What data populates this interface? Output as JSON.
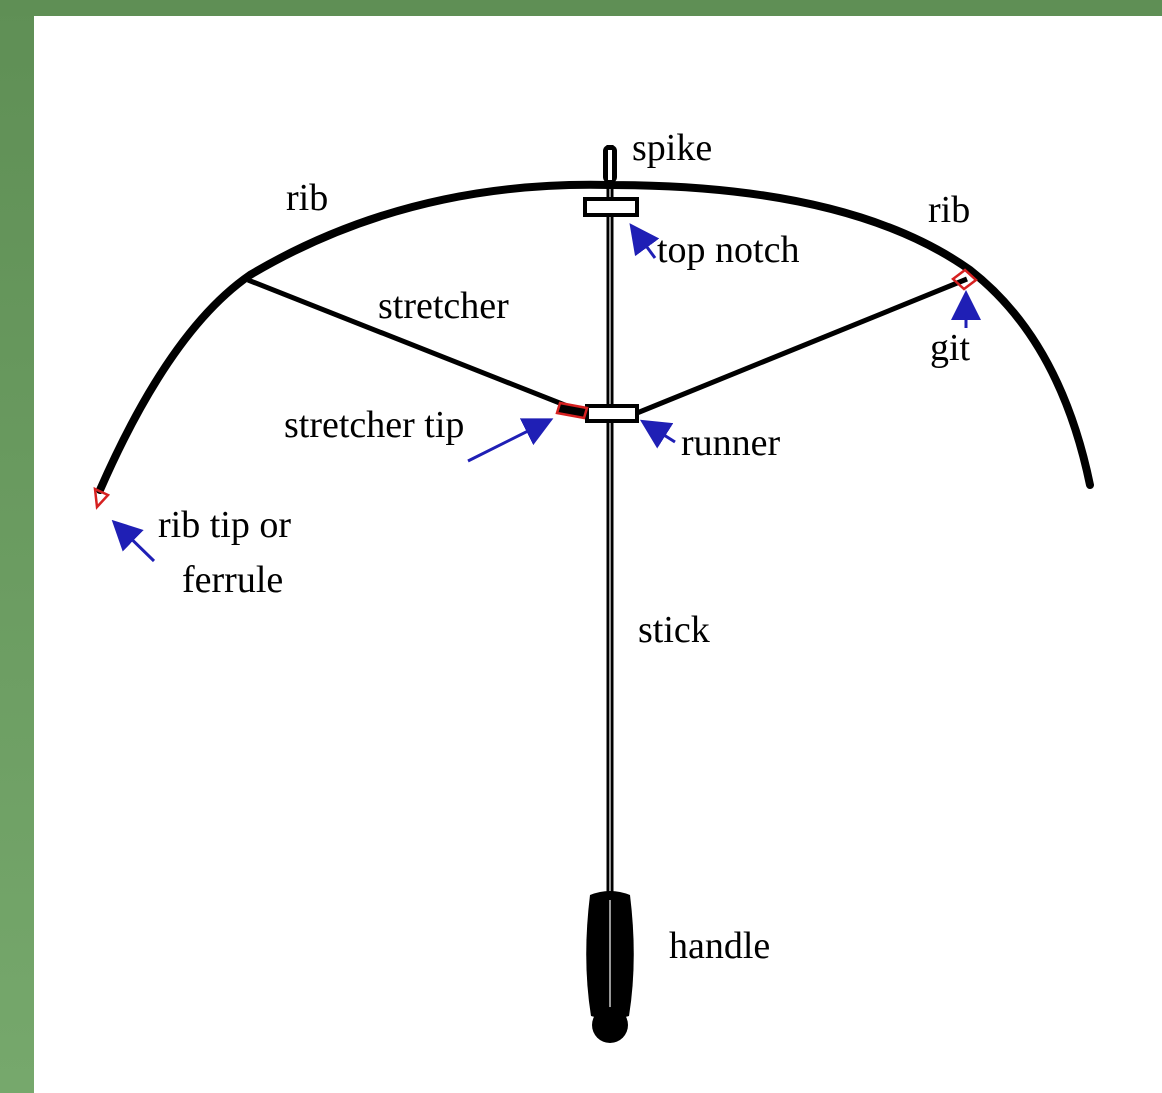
{
  "labels": {
    "spike": "spike",
    "rib_left": "rib",
    "rib_right": "rib",
    "top_notch": "top notch",
    "stretcher": "stretcher",
    "git": "git",
    "stretcher_tip": "stretcher tip",
    "runner": "runner",
    "rib_tip_line1": "rib tip or",
    "rib_tip_line2": "ferrule",
    "stick": "stick",
    "handle": "handle"
  },
  "colors": {
    "background_band": "#5f8f55",
    "line": "#000000",
    "arrow": "#1f1fb5",
    "highlight": "#d62020",
    "canvas": "#ffffff"
  }
}
